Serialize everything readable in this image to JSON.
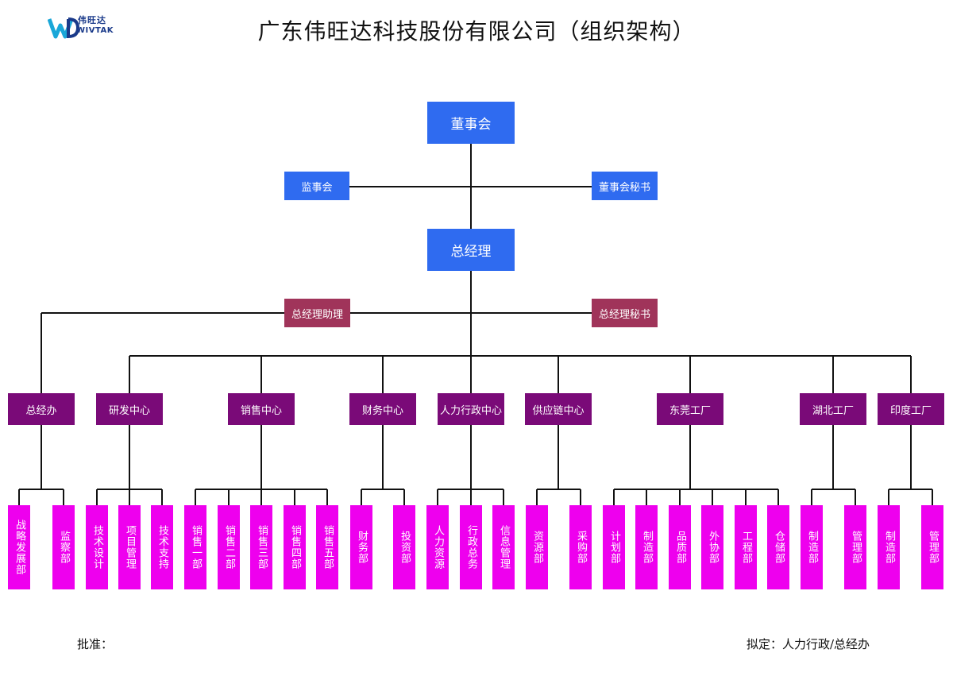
{
  "header": {
    "logo_cn": "伟旺达",
    "logo_en": "WIVTAK",
    "title": "广东伟旺达科技股份有限公司（组织架构）"
  },
  "chart": {
    "board": "董事会",
    "supervisors": "监事会",
    "board_secretary": "董事会秘书",
    "general_manager": "总经理",
    "gm_assistant": "总经理助理",
    "gm_secretary": "总经理秘书",
    "centers": [
      {
        "label": "总经办",
        "depts": [
          "战略发展部",
          "监察部"
        ]
      },
      {
        "label": "研发中心",
        "depts": [
          "技术设计",
          "项目管理",
          "技术支持"
        ]
      },
      {
        "label": "销售中心",
        "depts": [
          "销售一部",
          "销售二部",
          "销售三部",
          "销售四部",
          "销售五部"
        ]
      },
      {
        "label": "财务中心",
        "depts": [
          "财务部",
          "投资部"
        ]
      },
      {
        "label": "人力行政中心",
        "depts": [
          "人力资源",
          "行政总务",
          "信息管理"
        ]
      },
      {
        "label": "供应链中心",
        "depts": [
          "资源部",
          "采购部"
        ]
      },
      {
        "label": "东莞工厂",
        "depts": [
          "计划部",
          "制造部",
          "品质部",
          "外协部",
          "工程部",
          "仓储部"
        ]
      },
      {
        "label": "湖北工厂",
        "depts": [
          "制造部",
          "管理部"
        ]
      },
      {
        "label": "印度工厂",
        "depts": [
          "制造部",
          "管理部"
        ]
      }
    ]
  },
  "footer": {
    "approve": "批准：",
    "drafted": "拟定：人力行政/总经办"
  },
  "colors": {
    "top_box": "#2f6bf0",
    "assistant_box": "#a0345a",
    "center_box": "#7a0a78",
    "dept_box": "#ee00ee",
    "line": "#111111"
  }
}
